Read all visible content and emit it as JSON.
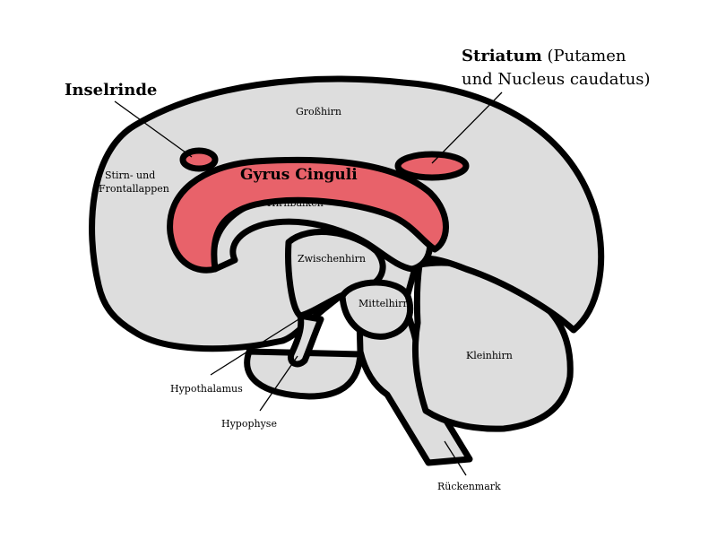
{
  "colors": {
    "tissue": "#dddddd",
    "highlight": "#e8626a",
    "outline": "#000000"
  },
  "labels": {
    "inselrinde": "Inselrinde",
    "striatum_bold": "Striatum",
    "striatum_rest1": " (Putamen",
    "striatum_rest2": "und Nucleus caudatus)",
    "grosshirn": "Großhirn",
    "stirn1": "Stirn- und",
    "stirn2": "Frontallappen",
    "gyrus": "Gyrus Cinguli",
    "hirnbalken": "Hirnbalken",
    "zwischenhirn": "Zwischenhirn",
    "mittelhirn": "Mittelhirn",
    "kleinhirn": "Kleinhirn",
    "hypothalamus": "Hypothalamus",
    "hypophyse": "Hypophyse",
    "rueckenmark": "Rückenmark"
  }
}
